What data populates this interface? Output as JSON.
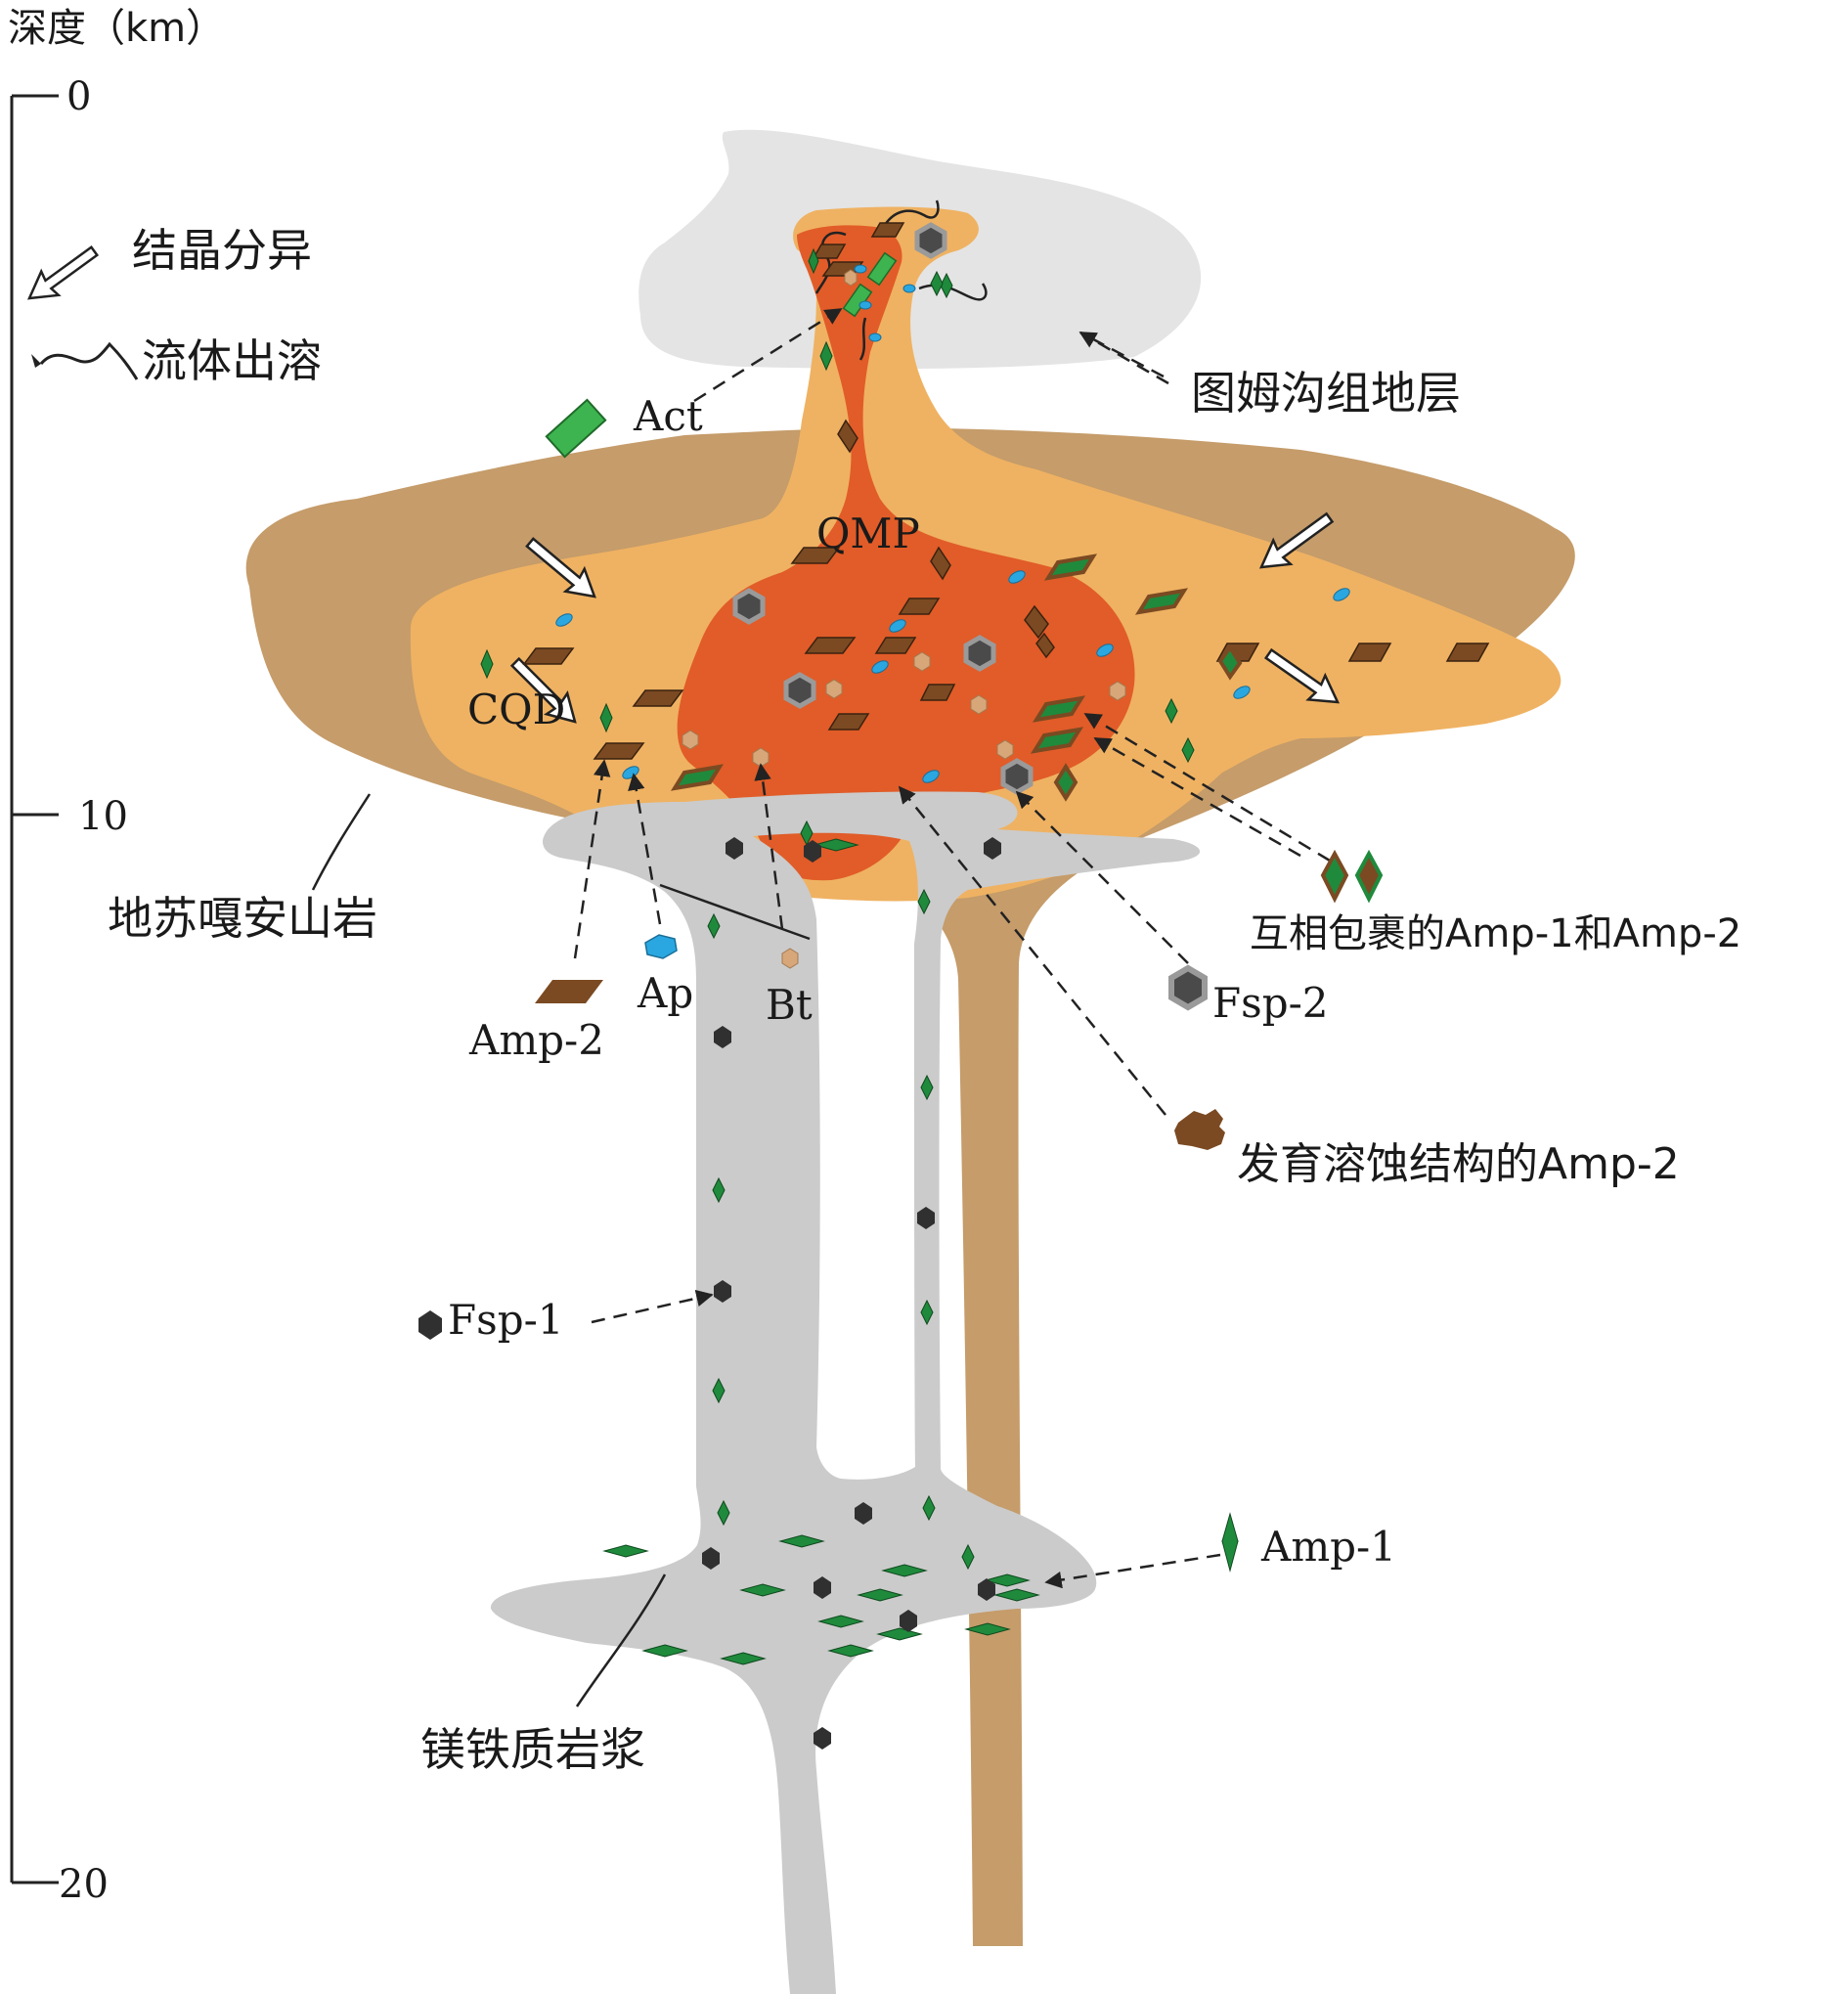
{
  "colors": {
    "strata": "#e4e4e4",
    "andesite": "#c59c6a",
    "cqd": "#efb262",
    "qmp": "#e15c28",
    "mafic": "#cbcbcb",
    "amp2": "#7b4a22",
    "amp1": "#1f8a3c",
    "act": "#3db44f",
    "ap": "#2aa7e0",
    "bt": "#d7a77a",
    "fsp": "#4a4a4a"
  },
  "axis": {
    "title": "深度（km）",
    "ticks": [
      "0",
      "10",
      "20"
    ]
  },
  "legend": {
    "crystallization": "结晶分异",
    "fluid": "流体出溶"
  },
  "labels": {
    "strata": "图姆沟组地层",
    "qmp": "QMP",
    "cqd": "CQD",
    "andesite": "地苏嘎安山岩",
    "mafic": "镁铁质岩浆",
    "act": "Act",
    "amp2": "Amp-2",
    "ap": "Ap",
    "bt": "Bt",
    "fsp2": "Fsp-2",
    "fsp1": "Fsp-1",
    "amp1": "Amp-1",
    "intergrowth": "互相包裹的Amp-1和Amp-2",
    "dissolution": "发育溶蚀结构的Amp-2"
  }
}
